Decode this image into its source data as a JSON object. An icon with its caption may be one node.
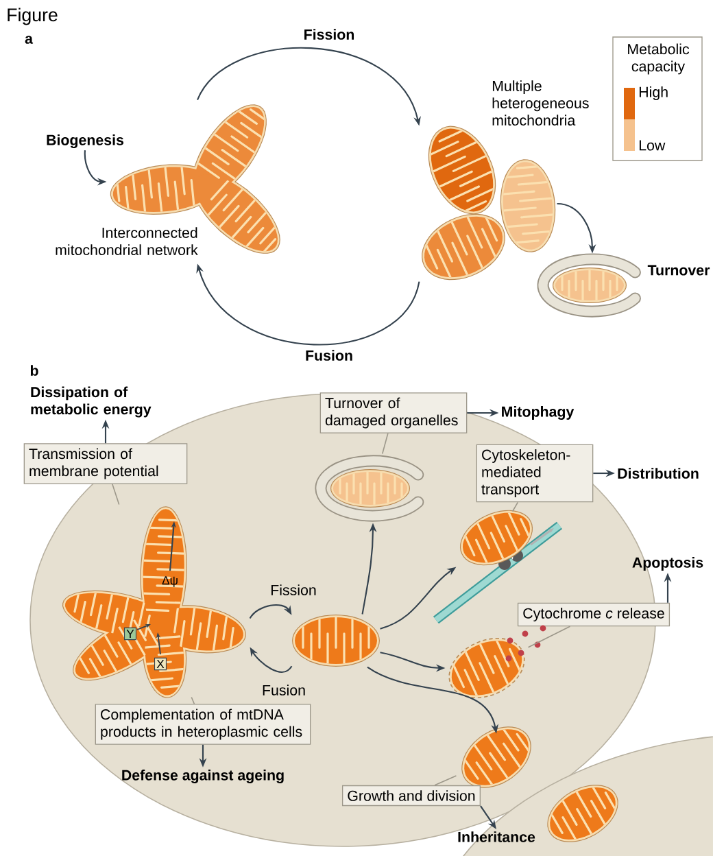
{
  "diagram": {
    "title": "Figure",
    "nodes": [
      {
        "text": [
          "Biogenesis"
        ]
      },
      {
        "text": [
          "Interconnected mitochondrial network"
        ]
      },
      {
        "text": [
          "Multiple heterogeneous mitochondria"
        ]
      },
      {
        "text": [
          "Turnover"
        ]
      },
      {
        "text": [
          "Dissipation of metabolic energy"
        ]
      },
      {
        "text": [
          "Transmission of membrane potential"
        ]
      },
      {
        "text": [],
        "shape": "picture"
      },
      {
        "text": [],
        "shape": "picture"
      },
      {
        "text": [
          "Turnover of damaged organelles"
        ]
      },
      {
        "text": [
          "Mitophagy"
        ]
      },
      {
        "text": [],
        "shape": "picture"
      },
      {
        "text": [
          "Cytoskeleton-mediated transport"
        ]
      },
      {
        "text": [
          "Distribution"
        ]
      },
      {
        "text": [],
        "shape": "picture"
      },
      {
        "text": [
          "Apoptosis"
        ]
      },
      {
        "text": [
          "Cytochrome *c* release"
        ]
      },
      {
        "text": [],
        "shape": "picture"
      },
      {
        "text": [
          "Complementation of mtDNA products in heteroplasmic cells"
        ]
      },
      {
        "text": [
          "Defense against ageing"
        ]
      },
      {
        "text": [],
        "shape": "picture"
      },
      {
        "text": [
          "Growth and division"
        ]
      },
      {
        "text": [
          "Inheritance"
        ]
      },
      {
        "text": [],
        "shape": "picture"
      }
    ],
    "edges": [
      {
        "from": 0,
        "to": 1,
        "arrow": "to"
      },
      {
        "from": 1,
        "to": 2,
        "arrow": "to",
        "label": "Fission"
      },
      {
        "from": 2,
        "to": 1,
        "arrow": "to",
        "label": "Fusion"
      },
      {
        "from": 2,
        "to": 3,
        "arrow": "to"
      },
      {
        "from": 5,
        "to": 4,
        "arrow": "to"
      },
      {
        "from": 6,
        "to": 7,
        "arrow": "to",
        "label": "Fission"
      },
      {
        "from": 7,
        "to": 6,
        "arrow": "to",
        "label": "Fusion"
      },
      {
        "from": 7,
        "to": 10,
        "arrow": "to"
      },
      {
        "from": 7,
        "to": 13,
        "arrow": "to"
      },
      {
        "from": 7,
        "to": 16,
        "arrow": "to"
      },
      {
        "from": 7,
        "to": 19,
        "arrow": "to"
      },
      {
        "from": 8,
        "to": 9,
        "arrow": "to"
      },
      {
        "from": 11,
        "to": 12,
        "arrow": "to"
      },
      {
        "from": 15,
        "to": 14,
        "arrow": "to"
      },
      {
        "from": 17,
        "to": 18,
        "arrow": "to"
      },
      {
        "from": 20,
        "to": 21,
        "arrow": "to"
      },
      {
        "from": 5,
        "to": 6,
        "arrow": "none",
        "color": "#9c978a"
      },
      {
        "from": 8,
        "to": 10,
        "arrow": "none",
        "color": "#9c978a"
      },
      {
        "from": 11,
        "to": 13,
        "arrow": "none",
        "color": "#9c978a"
      },
      {
        "from": 15,
        "to": 16,
        "arrow": "none",
        "color": "#9c978a"
      },
      {
        "from": 17,
        "to": 6,
        "arrow": "none",
        "color": "#9c978a"
      },
      {
        "from": 20,
        "to": 19,
        "arrow": "none",
        "color": "#9c978a"
      }
    ],
    "labels": [
      "a",
      "Metabolic capacity",
      "b",
      "Δψ",
      "Y",
      "X"
    ],
    "legend": [
      {
        "text": "High",
        "color": "#e0680f"
      },
      {
        "text": "Low",
        "color": "#f5c28e"
      }
    ]
  }
}
